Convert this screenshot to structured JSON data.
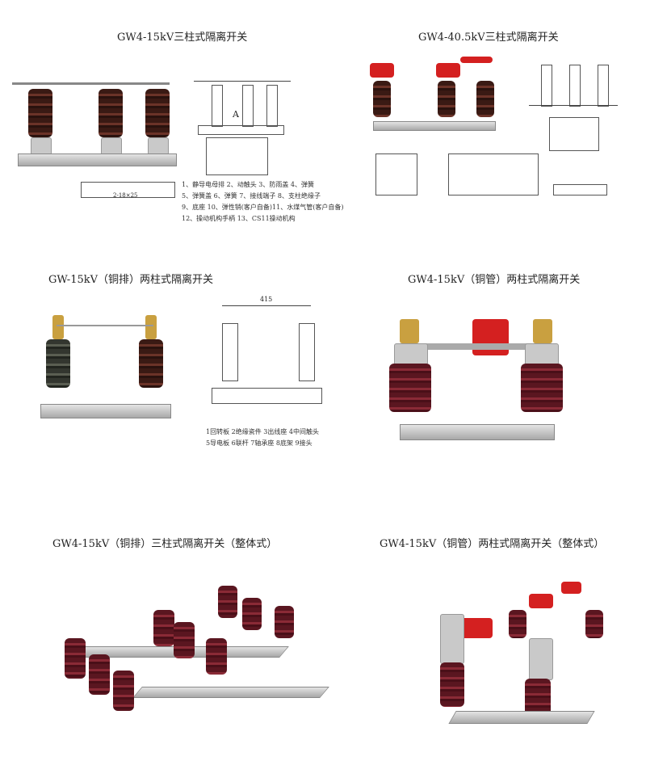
{
  "panels": [
    {
      "title": "GW4-15kV三柱式隔离开关",
      "legend": [
        "1、静导电母排 2、动触头 3、防雨盖 4、弹簧",
        "5、弹簧盖 6、弹簧 7、接线端子 8、支柱绝缘子",
        "9、底座 10、弹性销(客户自备)11、水煤气管(客户自备)",
        "12、操动机构手柄 13、CS11操动机构"
      ],
      "marker": "A",
      "hole_label": "2-18×25"
    },
    {
      "title": "GW4-40.5kV三柱式隔离开关"
    },
    {
      "title": "GW-15kV（铜排）两柱式隔离开关",
      "legend": [
        "1回转板 2绝缘瓷件 3出线座 4中间触头",
        "5导电板 6联杆 7轴承座 8底架 9接头"
      ],
      "dimension": "415"
    },
    {
      "title": "GW4-15kV（铜管）两柱式隔离开关"
    },
    {
      "title": "GW4-15kV（铜排）三柱式隔离开关（整体式）"
    },
    {
      "title": "GW4-15kV（铜管）两柱式隔离开关（整体式）"
    }
  ]
}
